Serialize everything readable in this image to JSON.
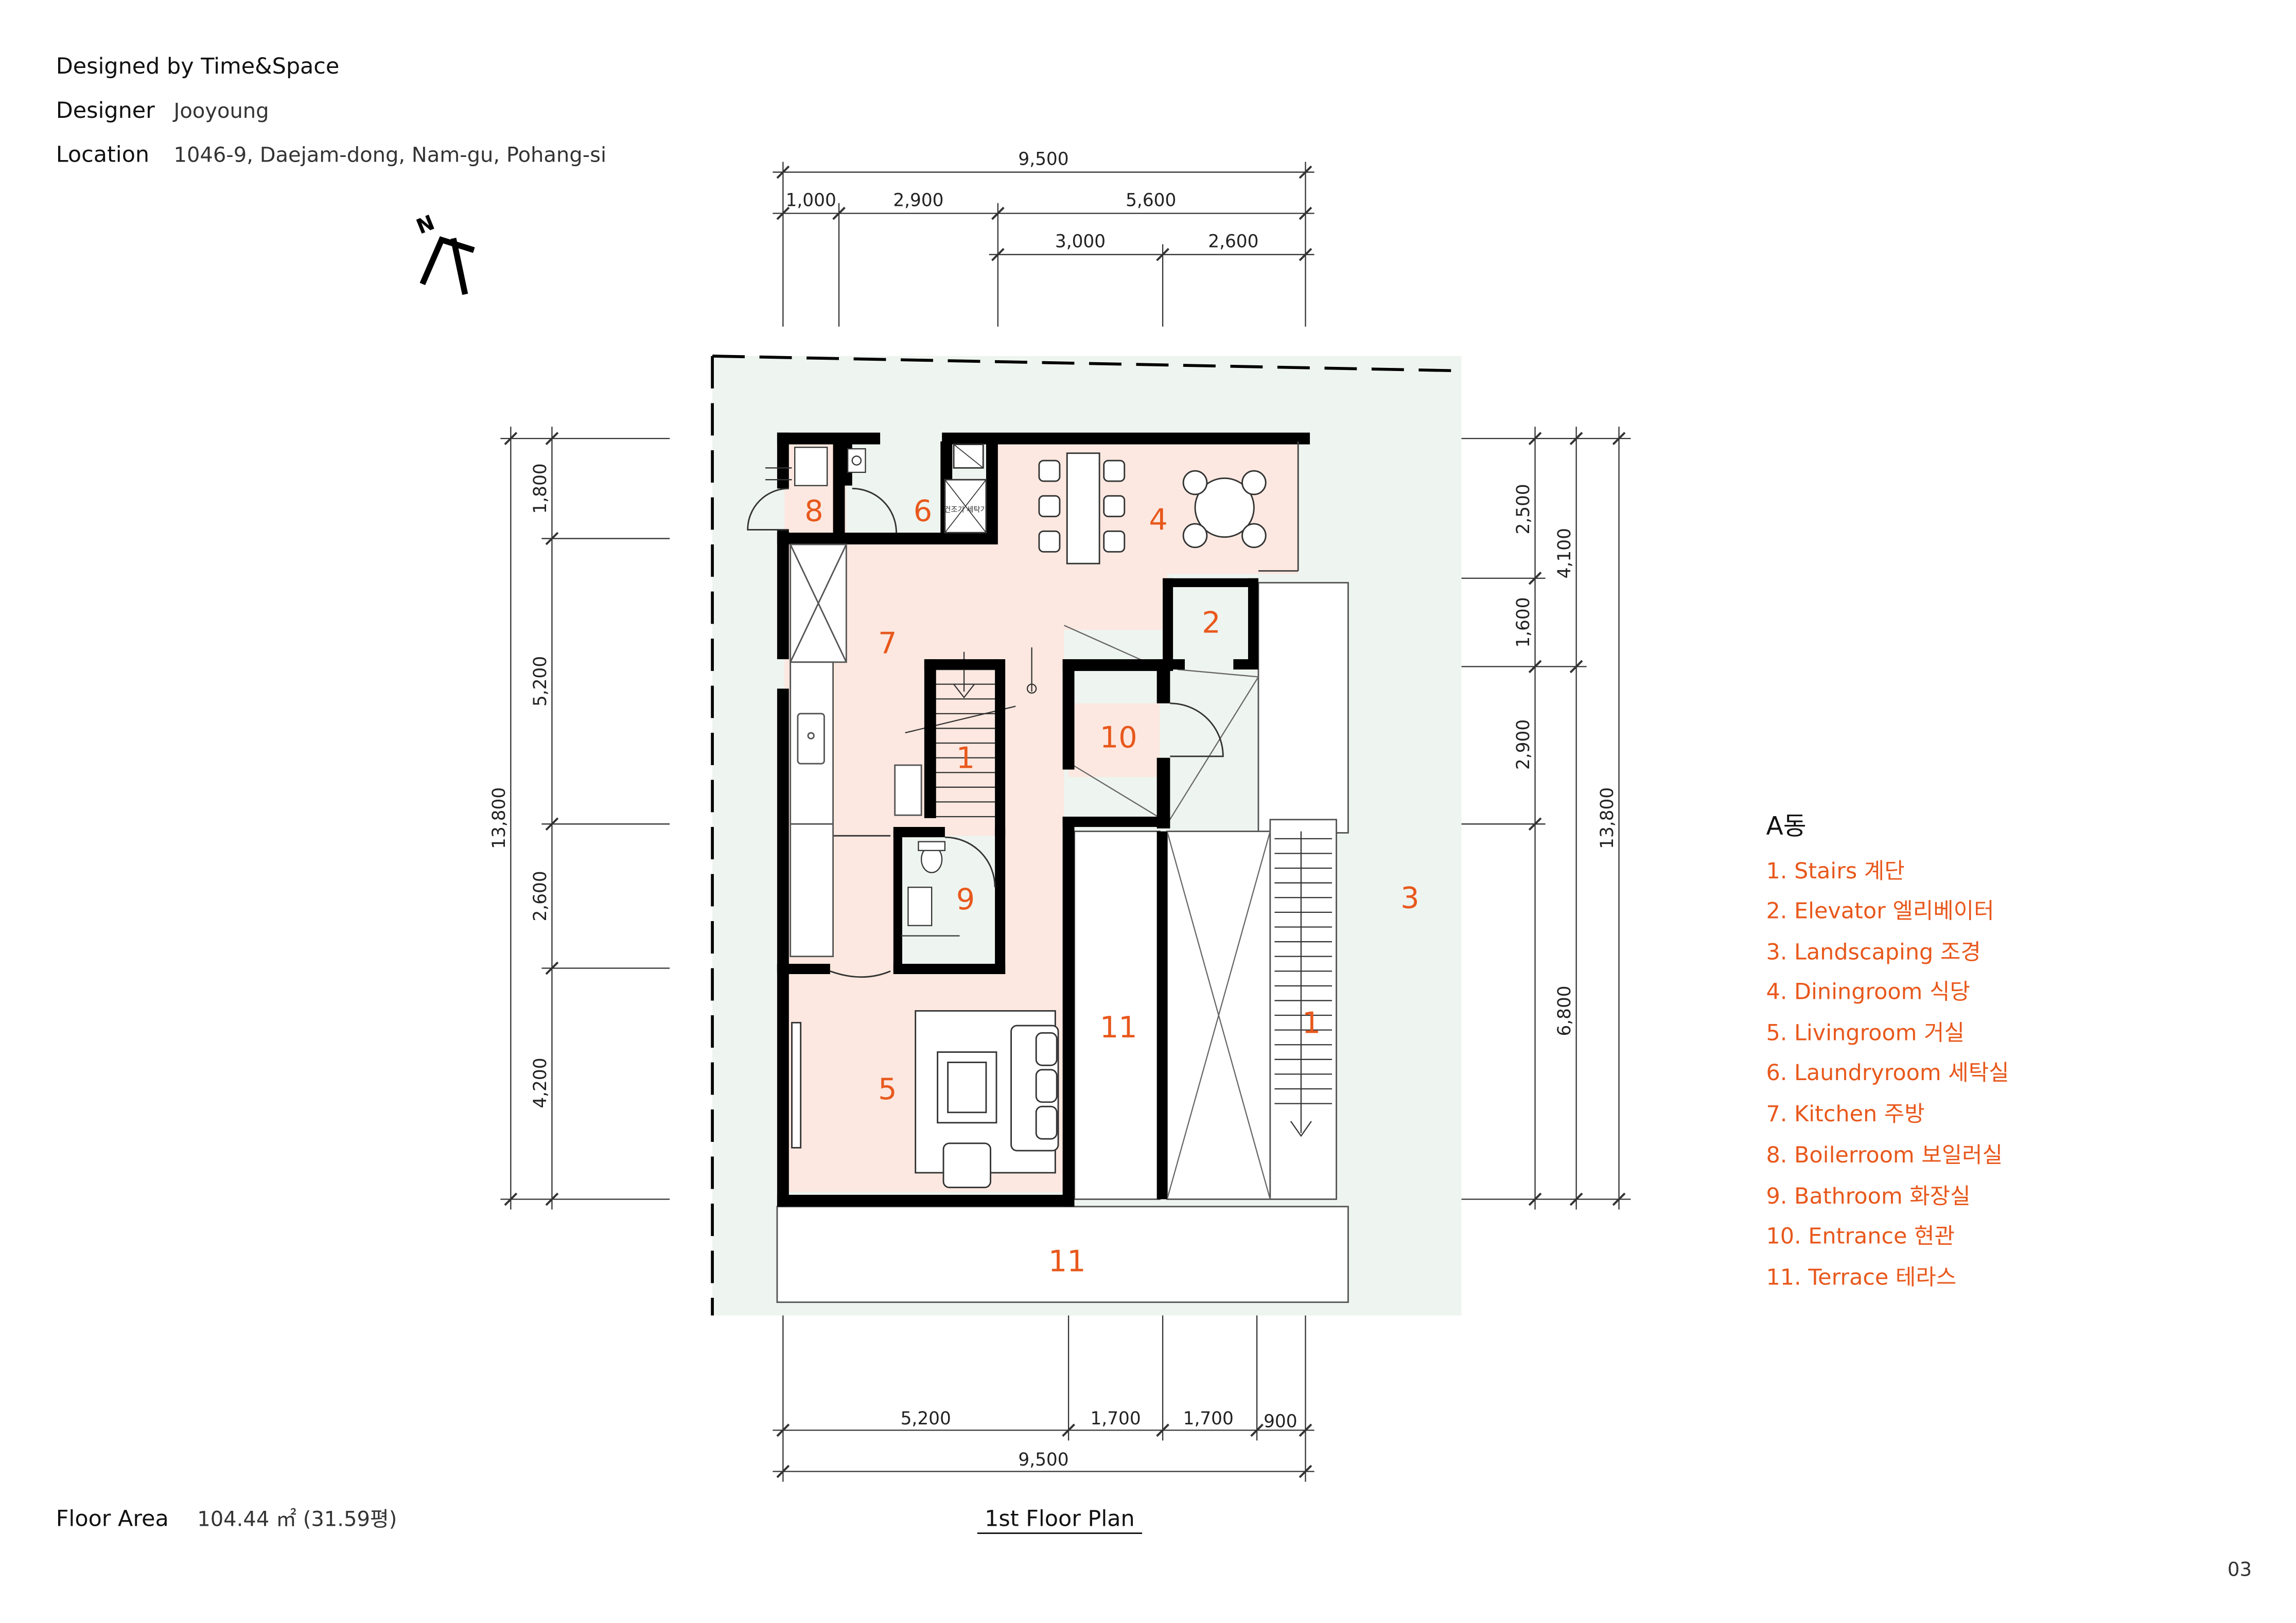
{
  "header": {
    "designed_by": "Designed by Time&Space",
    "designer_label": "Designer",
    "designer_value": "Jooyoung",
    "location_label": "Location",
    "location_value": "1046-9, Daejam-dong, Nam-gu, Pohang-si"
  },
  "footer": {
    "floor_area_label": "Floor Area",
    "floor_area_value": "104.44 ㎡ (31.59평)",
    "plan_title": "1st Floor Plan",
    "page_number": "03"
  },
  "north_symbol": "N",
  "dimensions": {
    "top_total": "9,500",
    "top_row2": [
      "1,000",
      "2,900",
      "5,600"
    ],
    "top_row3": [
      "3,000",
      "2,600"
    ],
    "left_total": "13,800",
    "left_segments": [
      "1,800",
      "5,200",
      "2,600",
      "4,200"
    ],
    "right_inner": [
      "2,500",
      "1,600",
      "2,900",
      "6,800"
    ],
    "right_middle": "4,100",
    "right_total": "13,800",
    "bottom_segments": [
      "5,200",
      "1,700",
      "1,700",
      "900"
    ],
    "bottom_total": "9,500"
  },
  "room_numbers": {
    "r1a": "1",
    "r1b": "1",
    "r2": "2",
    "r3": "3",
    "r4": "4",
    "r5": "5",
    "r6": "6",
    "r7": "7",
    "r8": "8",
    "r9": "9",
    "r10": "10",
    "r11a": "11",
    "r11b": "11"
  },
  "fixture_text": {
    "washer": "건조기 세탁기"
  },
  "legend": {
    "title": "A동",
    "items": [
      "1. Stairs 계단",
      "2. Elevator 엘리베이터",
      "3. Landscaping 조경",
      "4. Diningroom  식당",
      "5. Livingroom 거실",
      "6. Laundryroom 세탁실",
      "7. Kitchen 주방",
      "8. Boilerroom 보일러실",
      "9. Bathroom 화장실",
      "10. Entrance 현관",
      "11. Terrace 테라스"
    ]
  },
  "colors": {
    "accent": "#e8581c",
    "interior": "#fce8e0",
    "landscape": "#eef4ef",
    "wall": "#000000",
    "line": "#333333"
  }
}
